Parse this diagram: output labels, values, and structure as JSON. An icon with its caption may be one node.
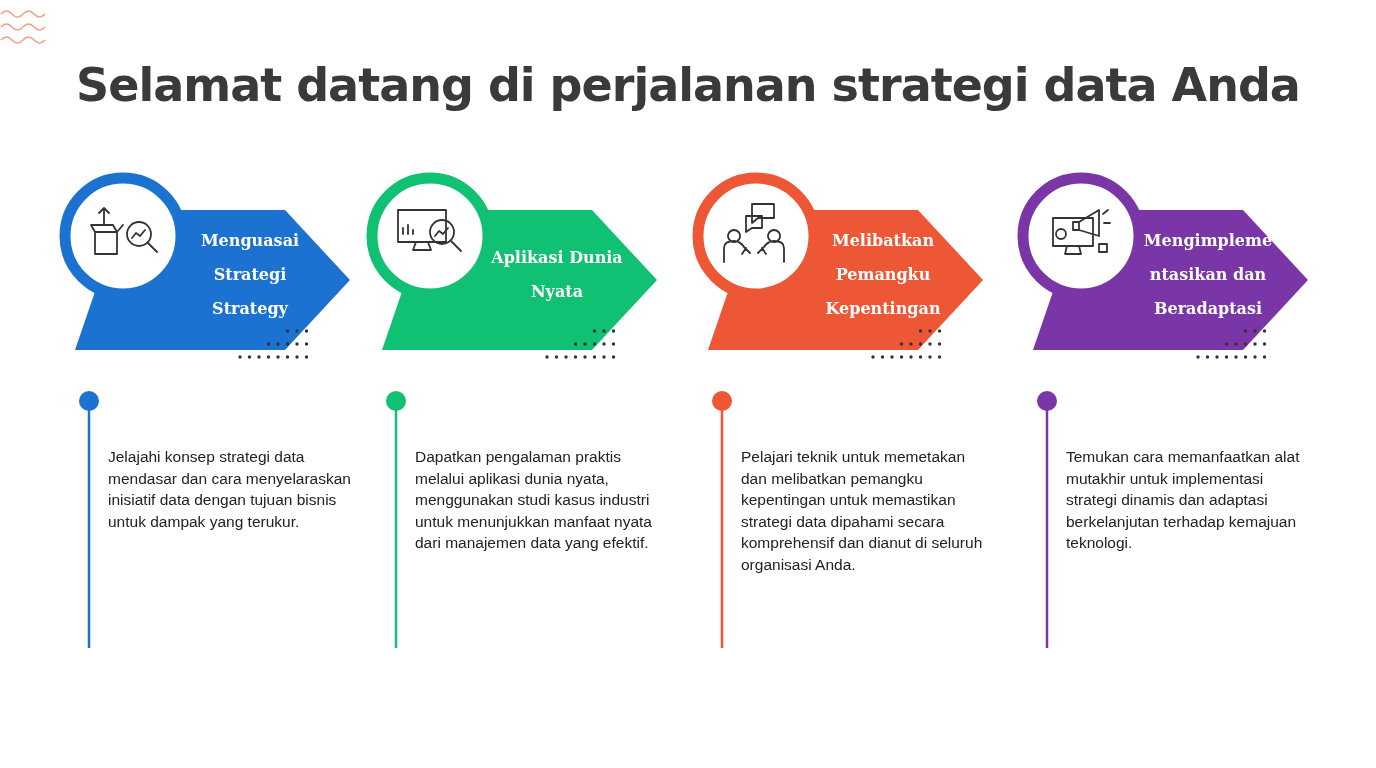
{
  "diagram": {
    "title": "Selamat datang di perjalanan strategi data Anda",
    "nodes": [
      {
        "text": [
          "Menguasai Strategi Strategy"
        ]
      },
      {
        "text": [
          "Aplikasi Dunia Nyata"
        ]
      },
      {
        "text": [
          "Melibatkan Pemangku Kepentingan"
        ]
      },
      {
        "text": [
          "Mengimpleme ntasikan dan Beradaptasi"
        ]
      }
    ],
    "labels": [
      "Jelajahi konsep strategi data mendasar dan cara menyelaraskan inisiatif data dengan tujuan bisnis untuk dampak yang terukur.",
      "Dapatkan pengalaman praktis melalui aplikasi dunia nyata, menggunakan studi kasus industri untuk menunjukkan manfaat nyata dari manajemen data yang efektif.",
      "Pelajari teknik untuk memetakan dan melibatkan pemangku kepentingan untuk memastikan strategi data dipahami secara komprehensif dan dianut di seluruh organisasi Anda.",
      "Temukan cara memanfaatkan alat mutakhir untuk implementasi strategi dinamis dan adaptasi berkelanjutan terhadap kemajuan teknologi."
    ]
  }
}
